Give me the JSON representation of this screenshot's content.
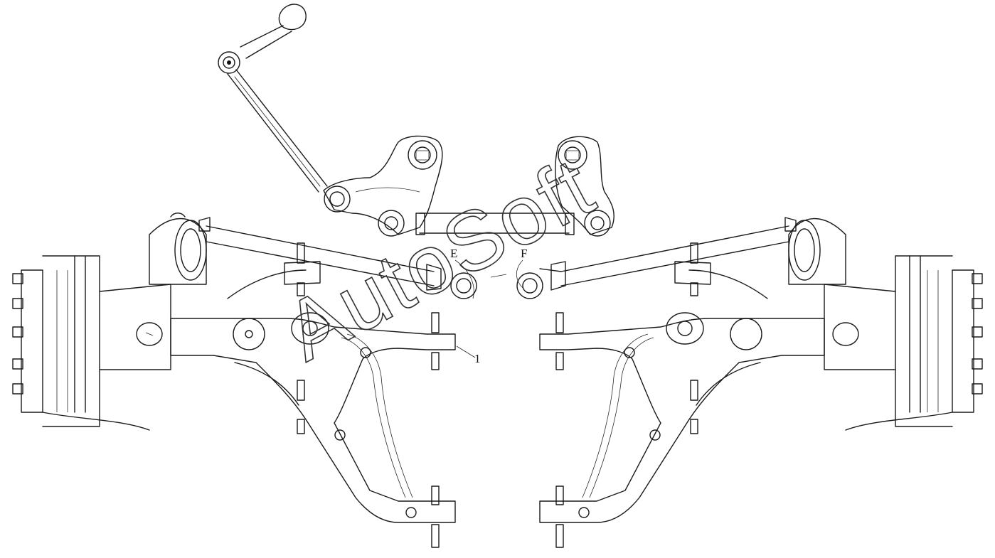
{
  "diagram": {
    "callouts": {
      "label_E": "E",
      "label_F": "F",
      "label_1": "1"
    },
    "watermark": "AutoSoft"
  }
}
